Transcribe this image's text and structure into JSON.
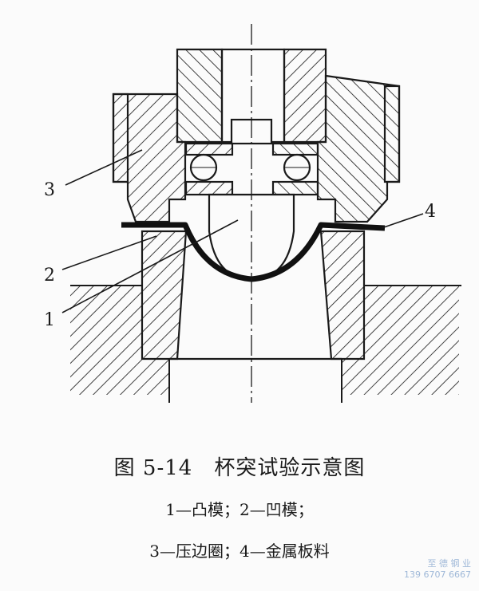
{
  "figure": {
    "labels": {
      "l1": "1",
      "l2": "2",
      "l3": "3",
      "l4": "4"
    }
  },
  "caption": {
    "title": "图 5-14　杯突试验示意图",
    "line1": "1—凸模；2—凹模；",
    "line2": "3—压边圈；4—金属板料"
  },
  "watermark": {
    "company": "至 德 钢 业",
    "phone": "139 6707 6667"
  },
  "colors": {
    "ink": "#1a1a1a",
    "hatch": "#2a2a2a",
    "watermark": "#9fb8d8"
  }
}
